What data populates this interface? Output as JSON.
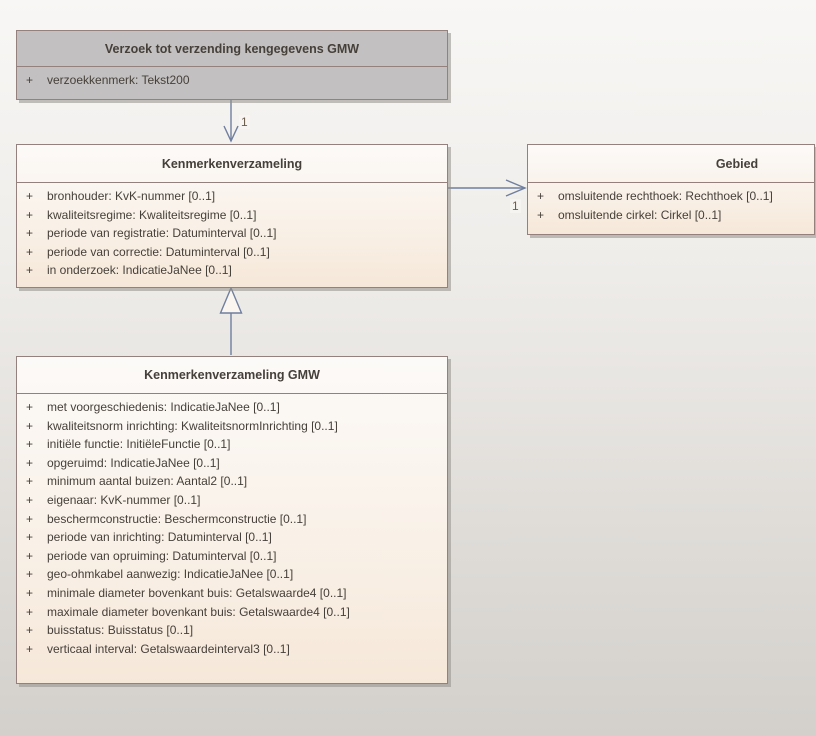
{
  "diagram": {
    "visibility_symbol": "+",
    "classes": [
      {
        "id": "verzoek",
        "title": "Verzoek tot verzending kengegevens GMW",
        "attributes": [
          "verzoekkenmerk: Tekst200"
        ]
      },
      {
        "id": "kenmerkenverzameling",
        "title": "Kenmerkenverzameling",
        "attributes": [
          "bronhouder: KvK-nummer [0..1]",
          "kwaliteitsregime: Kwaliteitsregime [0..1]",
          "periode van registratie: Datuminterval [0..1]",
          "periode van correctie: Datuminterval [0..1]",
          "in onderzoek: IndicatieJaNee [0..1]"
        ]
      },
      {
        "id": "gebied",
        "title": "Gebied",
        "attributes": [
          "omsluitende rechthoek: Rechthoek [0..1]",
          "omsluitende cirkel: Cirkel [0..1]"
        ]
      },
      {
        "id": "kenmerkenverzameling-gmw",
        "title": "Kenmerkenverzameling GMW",
        "attributes": [
          "met voorgeschiedenis: IndicatieJaNee [0..1]",
          "kwaliteitsnorm inrichting: KwaliteitsnormInrichting [0..1]",
          "initiële functie: InitiëleFunctie [0..1]",
          "opgeruimd: IndicatieJaNee [0..1]",
          "minimum aantal buizen: Aantal2 [0..1]",
          "eigenaar: KvK-nummer [0..1]",
          "beschermconstructie: Beschermconstructie [0..1]",
          "periode van inrichting: Datuminterval [0..1]",
          "periode van opruiming: Datuminterval [0..1]",
          "geo-ohmkabel aanwezig: IndicatieJaNee [0..1]",
          "minimale diameter bovenkant buis: Getalswaarde4 [0..1]",
          "maximale diameter bovenkant buis: Getalswaarde4 [0..1]",
          "buisstatus: Buisstatus [0..1]",
          "verticaal interval: Getalswaardeinterval3 [0..1]"
        ]
      }
    ],
    "connectors": [
      {
        "id": "assoc-verzoek-to-kenmerkenverzameling",
        "type": "directed-association",
        "multiplicity": "1"
      },
      {
        "id": "assoc-kenmerkenverzameling-to-gebied",
        "type": "directed-association",
        "multiplicity": "1"
      },
      {
        "id": "generalization-gmw-to-kenmerkenverzameling",
        "type": "generalization",
        "multiplicity": ""
      }
    ],
    "colors": {
      "box_border": "#94807d",
      "gray_fill": "#c2c0c0",
      "cream_fill_top": "#fcfaf8",
      "cream_fill_bottom": "#f6e8d9",
      "connector": "#6f7f9e",
      "text": "#46403a",
      "multiplicity_text": "#6b5c4c",
      "background_top": "#f8f7f5",
      "background_bottom": "#d3d0cc"
    }
  }
}
